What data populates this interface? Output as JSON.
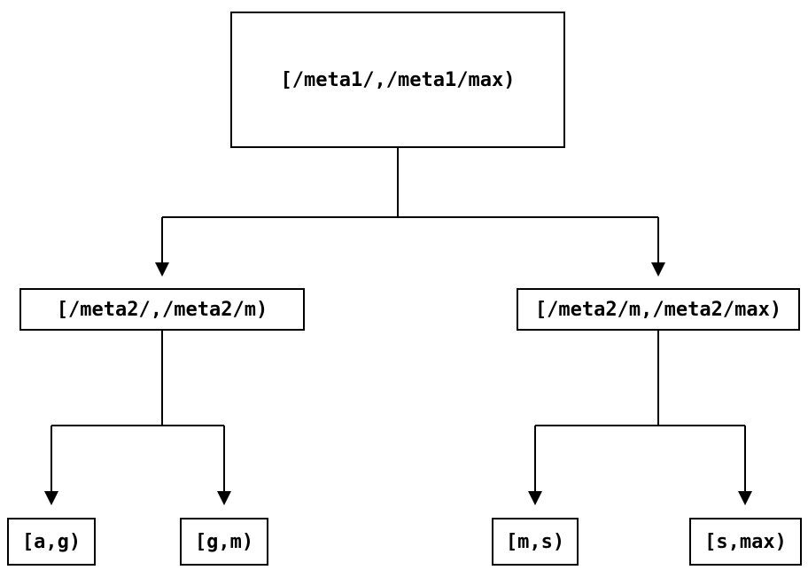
{
  "diagram": {
    "type": "tree",
    "root": {
      "label": "[/meta1/,/meta1/max)"
    },
    "children": [
      {
        "label": "[/meta2/,/meta2/m)",
        "children": [
          {
            "label": "[a,g)"
          },
          {
            "label": "[g,m)"
          }
        ]
      },
      {
        "label": "[/meta2/m,/meta2/max)",
        "children": [
          {
            "label": "[m,s)"
          },
          {
            "label": "[s,max)"
          }
        ]
      }
    ],
    "colors": {
      "border": "#000000",
      "text": "#000000",
      "background": "#ffffff",
      "connector": "#000000"
    }
  }
}
